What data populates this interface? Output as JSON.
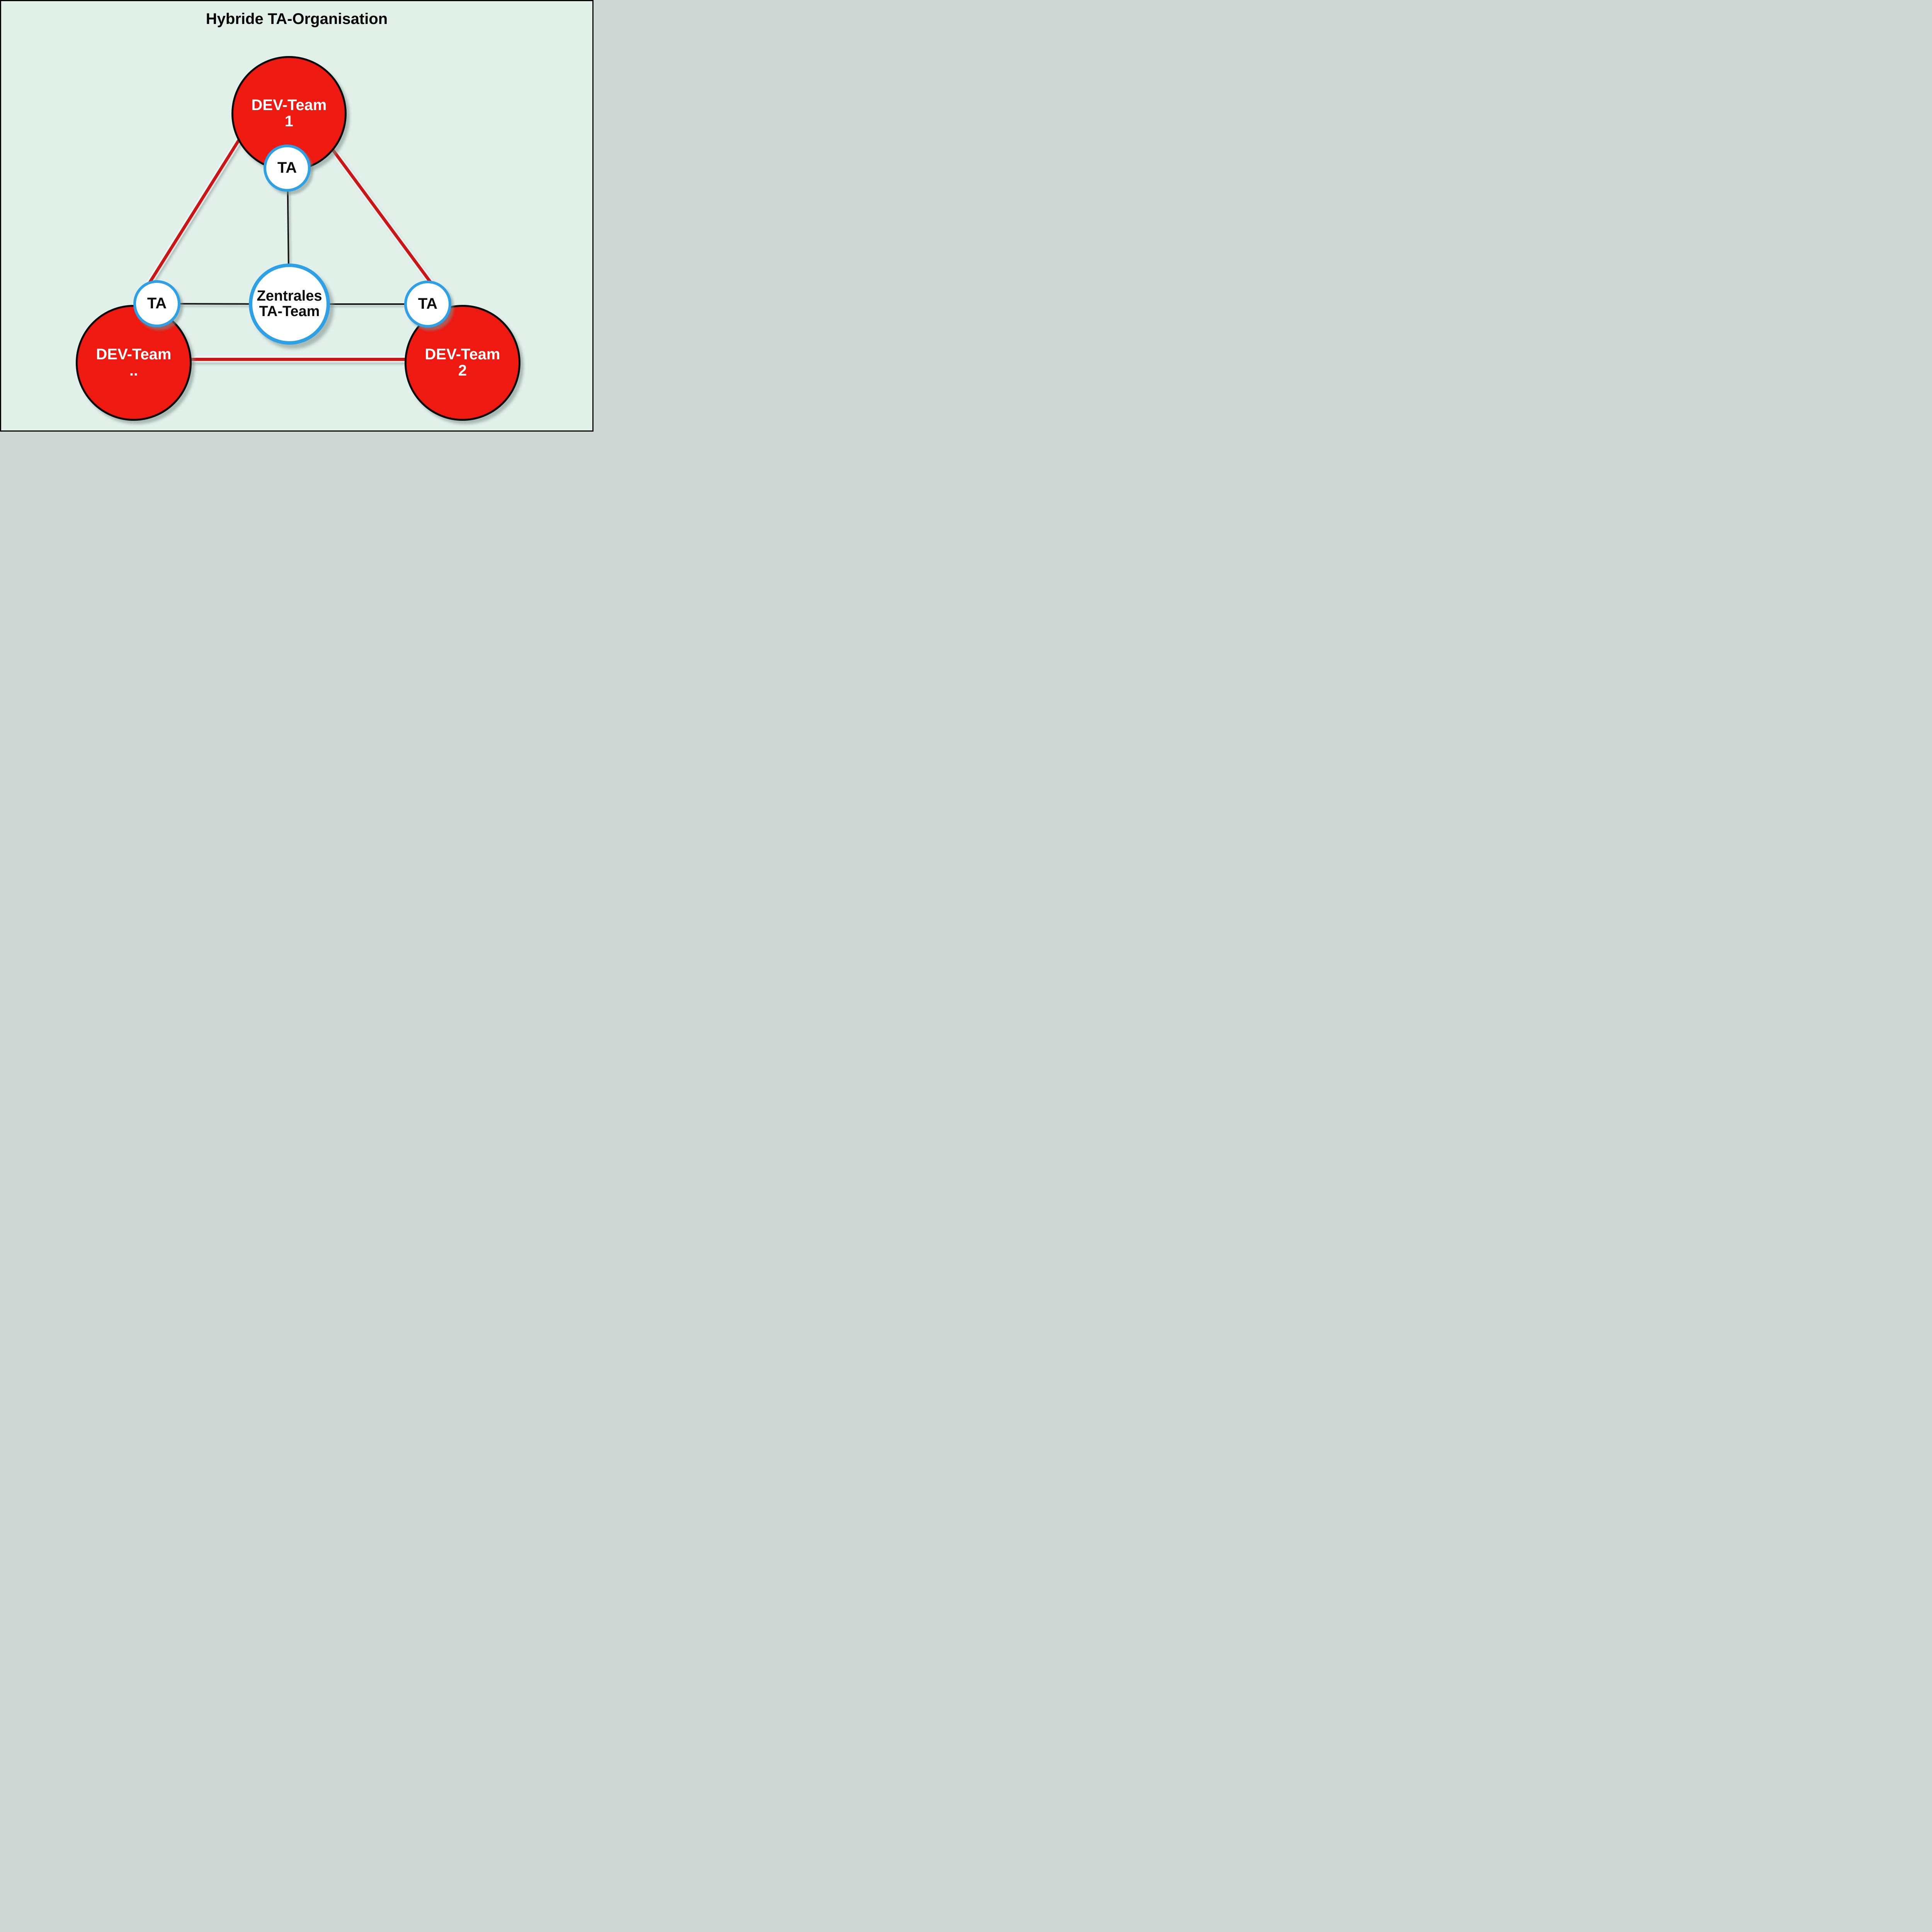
{
  "title": "Hybride TA-Organisation",
  "colors": {
    "background": "#e2f0ea",
    "frame": "#070707",
    "dev_circle_fill": "#ee1911",
    "dev_circle_border": "#0a0a0a",
    "dev_text_color": "#ffffff",
    "ta_circle_fill": "#ffffff",
    "ta_circle_border": "#2ea1e6",
    "ta_text_color": "#0c0c0c",
    "red_edge": "#c81414",
    "black_edge": "#121212",
    "title_text_color": "#050505",
    "shadow": "#7c8f8a"
  },
  "nodes": {
    "dev1": {
      "line1": "DEV-Team",
      "line2": "1"
    },
    "dev_more": {
      "line1": "DEV-Team",
      "line2": ".."
    },
    "dev2": {
      "line1": "DEV-Team",
      "line2": "2"
    },
    "ta_top": {
      "label": "TA"
    },
    "ta_left": {
      "label": "TA"
    },
    "ta_right": {
      "label": "TA"
    },
    "central": {
      "line1": "Zentrales",
      "line2": "TA-Team"
    }
  },
  "edges": [
    {
      "from": "dev-team-1",
      "to": "dev-team-more",
      "color": "red"
    },
    {
      "from": "dev-team-1",
      "to": "dev-team-2",
      "color": "red"
    },
    {
      "from": "dev-team-more",
      "to": "dev-team-2",
      "color": "red"
    },
    {
      "from": "ta-top",
      "to": "zentrales-ta-team",
      "color": "black"
    },
    {
      "from": "ta-left",
      "to": "zentrales-ta-team",
      "color": "black"
    },
    {
      "from": "ta-right",
      "to": "zentrales-ta-team",
      "color": "black"
    }
  ]
}
